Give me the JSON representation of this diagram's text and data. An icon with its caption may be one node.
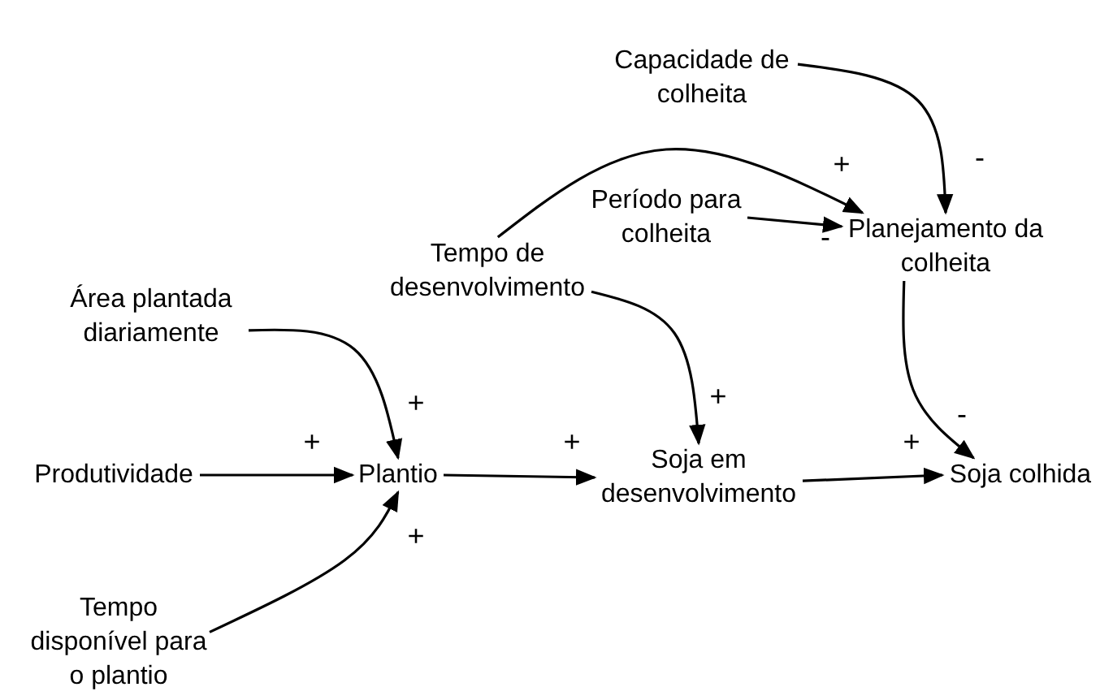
{
  "diagram": {
    "nodes": [
      {
        "text": [
          "Capacidade de colheita"
        ]
      },
      {
        "text": [
          "Tempo de desenvolvimento"
        ]
      },
      {
        "text": [
          "Período para colheita"
        ]
      },
      {
        "text": [
          "Planejamento da colheita"
        ]
      },
      {
        "text": [
          "Área plantada diariamente"
        ]
      },
      {
        "text": [
          "Produtividade"
        ]
      },
      {
        "text": [
          "Plantio"
        ]
      },
      {
        "text": [
          "Soja em desenvolvimento"
        ]
      },
      {
        "text": [
          "Soja colhida"
        ]
      },
      {
        "text": [
          "Tempo disponível para o plantio"
        ]
      }
    ],
    "edges": [
      {
        "from": 0,
        "to": 3,
        "arrow": "to",
        "label": "-"
      },
      {
        "from": 1,
        "to": 3,
        "arrow": "to",
        "label": "+"
      },
      {
        "from": 2,
        "to": 3,
        "arrow": "to",
        "label": "-"
      },
      {
        "from": 1,
        "to": 7,
        "arrow": "to",
        "label": "+"
      },
      {
        "from": 4,
        "to": 6,
        "arrow": "to",
        "label": "+"
      },
      {
        "from": 5,
        "to": 6,
        "arrow": "to",
        "label": "+"
      },
      {
        "from": 6,
        "to": 7,
        "arrow": "to",
        "label": "+"
      },
      {
        "from": 9,
        "to": 6,
        "arrow": "to",
        "label": "+"
      },
      {
        "from": 3,
        "to": 8,
        "arrow": "to",
        "label": "-"
      },
      {
        "from": 7,
        "to": 8,
        "arrow": "to",
        "label": "+"
      }
    ]
  }
}
